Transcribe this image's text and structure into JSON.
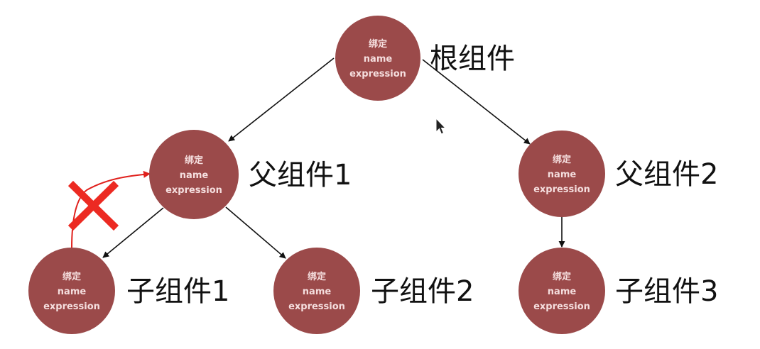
{
  "colors": {
    "node_fill": "#9b4a4a",
    "node_text": "#f5dede",
    "edge": "#111111",
    "invalid_edge": "#e0201c",
    "cross_mark": "#ec2a22"
  },
  "nodes": {
    "root": {
      "label": "根组件",
      "line1": "绑定",
      "line2": "name",
      "line3": "expression"
    },
    "parent1": {
      "label": "父组件1",
      "line1": "绑定",
      "line2": "name",
      "line3": "expression"
    },
    "parent2": {
      "label": "父组件2",
      "line1": "绑定",
      "line2": "name",
      "line3": "expression"
    },
    "child1": {
      "label": "子组件1",
      "line1": "绑定",
      "line2": "name",
      "line3": "expression"
    },
    "child2": {
      "label": "子组件2",
      "line1": "绑定",
      "line2": "name",
      "line3": "expression"
    },
    "child3": {
      "label": "子组件3",
      "line1": "绑定",
      "line2": "name",
      "line3": "expression"
    }
  },
  "edges": [
    {
      "from": "root",
      "to": "parent1"
    },
    {
      "from": "root",
      "to": "parent2"
    },
    {
      "from": "parent1",
      "to": "child1"
    },
    {
      "from": "parent1",
      "to": "child2"
    },
    {
      "from": "parent2",
      "to": "child3"
    }
  ],
  "invalid_edge": {
    "from": "child1",
    "to": "parent1",
    "marker": "cross-icon"
  },
  "cursor": "mouse-pointer-icon"
}
